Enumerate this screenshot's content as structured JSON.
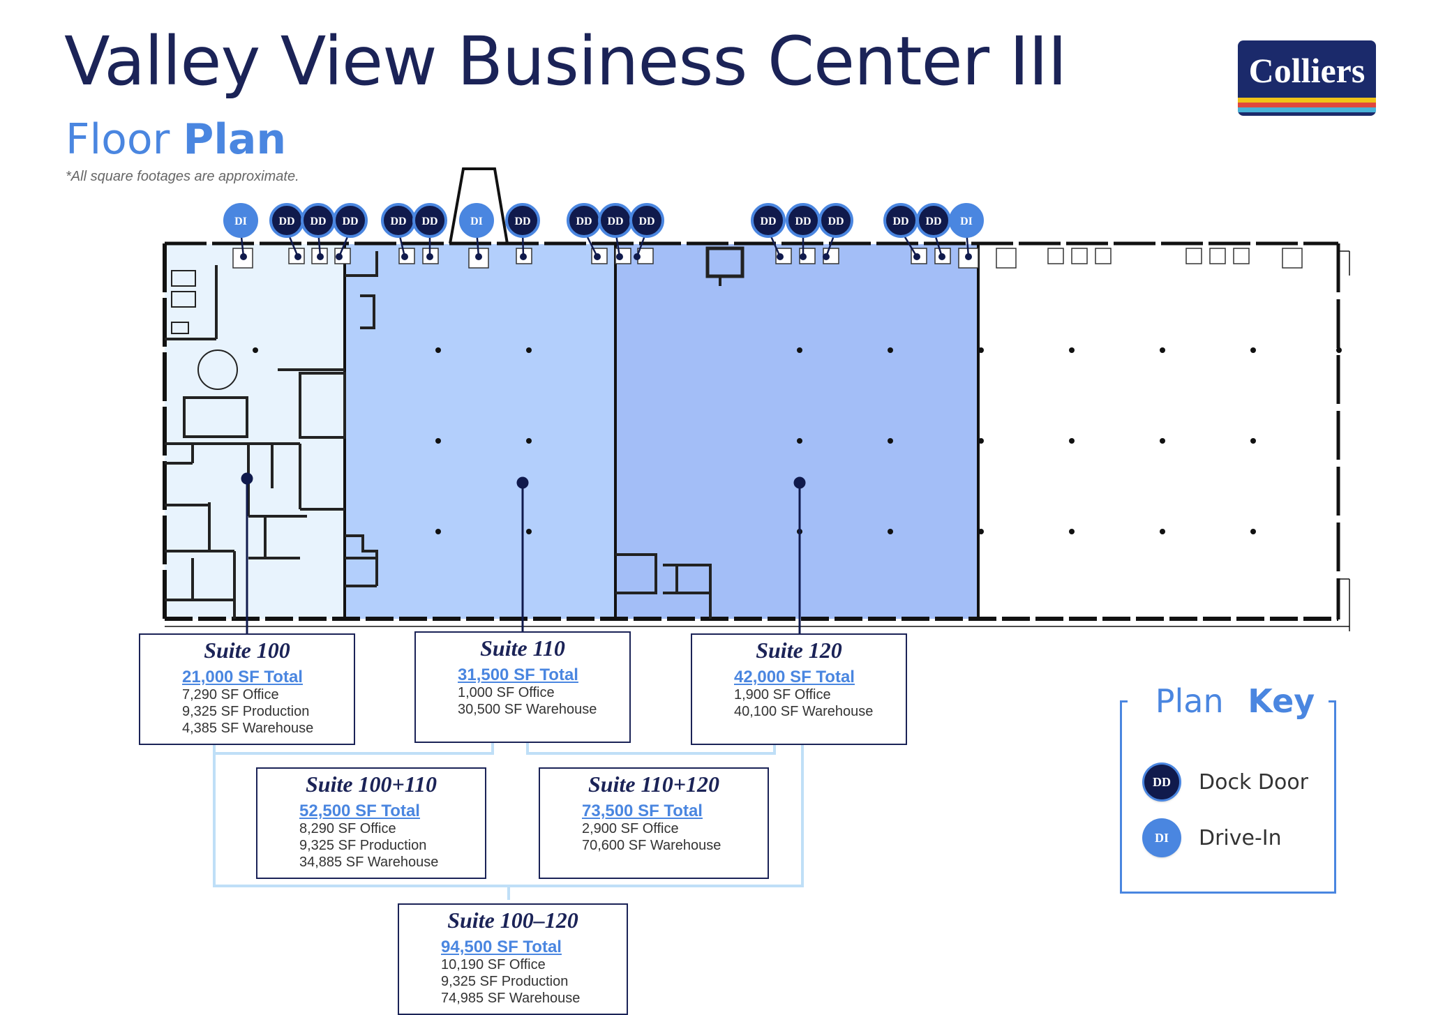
{
  "header": {
    "title": "Valley View Business Center III",
    "subtitle_light": "Floor",
    "subtitle_bold": "Plan",
    "note": "*All square footages are approximate."
  },
  "logo": {
    "text": "Colliers",
    "stripe_colors": [
      "#f0c419",
      "#e0483d",
      "#49b3d8"
    ],
    "bg_color": "#1b2a6b"
  },
  "colors": {
    "navy": "#1b2357",
    "accent_blue": "#4a86e0",
    "suite100": "#e8f3fd",
    "suite110": "#b3cffc",
    "suite120": "#a3bef7",
    "connector": "#bfdff7"
  },
  "door_markers": [
    "DI",
    "DD",
    "DD",
    "DD",
    "DD",
    "DD",
    "DI",
    "DD",
    "DD",
    "DD",
    "DD",
    "DD",
    "DD",
    "DD",
    "DD",
    "DD",
    "DI"
  ],
  "suites": {
    "s100": {
      "name": "Suite 100",
      "total": "21,000 SF Total",
      "lines": [
        "7,290 SF Office",
        "9,325 SF Production",
        "4,385 SF Warehouse"
      ]
    },
    "s110": {
      "name": "Suite 110",
      "total": "31,500 SF Total",
      "lines": [
        "1,000 SF Office",
        "30,500 SF Warehouse"
      ]
    },
    "s120": {
      "name": "Suite 120",
      "total": "42,000 SF Total",
      "lines": [
        "1,900 SF Office",
        "40,100 SF Warehouse"
      ]
    },
    "s100_110": {
      "name": "Suite 100+110",
      "total": "52,500 SF Total",
      "lines": [
        "8,290 SF Office",
        "9,325 SF Production",
        "34,885 SF Warehouse"
      ]
    },
    "s110_120": {
      "name": "Suite 110+120",
      "total": "73,500 SF Total",
      "lines": [
        "2,900 SF Office",
        "70,600 SF Warehouse"
      ]
    },
    "s100_120": {
      "name": "Suite 100–120",
      "total": "94,500 SF Total",
      "lines": [
        "10,190 SF Office",
        "9,325 SF Production",
        "74,985 SF Warehouse"
      ]
    }
  },
  "plan_key": {
    "title_light": "Plan",
    "title_bold": "Key",
    "items": [
      {
        "badge": "DD",
        "label": "Dock Door",
        "color": "#101a4c"
      },
      {
        "badge": "DI",
        "label": "Drive-In",
        "color": "#4a86e0"
      }
    ]
  }
}
